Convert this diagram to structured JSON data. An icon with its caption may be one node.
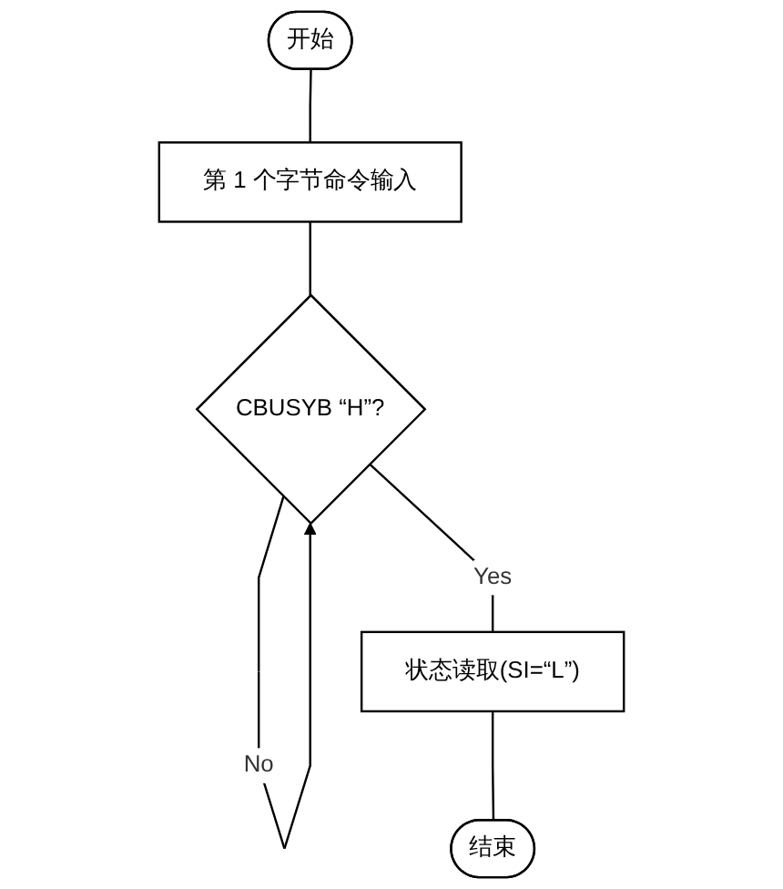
{
  "diagram": {
    "nodes": [
      {
        "text": [
          "开始"
        ]
      },
      {
        "text": [
          "第 1 个字节命令输入"
        ]
      },
      {
        "text": [
          "CBUSYB “H”?"
        ]
      },
      {
        "text": [
          "状态读取(SI=“L”)"
        ]
      },
      {
        "text": [
          "结束"
        ]
      }
    ],
    "edges": [
      {
        "from": 0,
        "to": 1,
        "arrow": "none"
      },
      {
        "from": 1,
        "to": 2,
        "arrow": "none"
      },
      {
        "from": 2,
        "to": 2,
        "arrow": "to",
        "label": "No"
      },
      {
        "from": 2,
        "to": 3,
        "arrow": "none",
        "label": "Yes"
      },
      {
        "from": 3,
        "to": 4,
        "arrow": "none"
      }
    ]
  }
}
